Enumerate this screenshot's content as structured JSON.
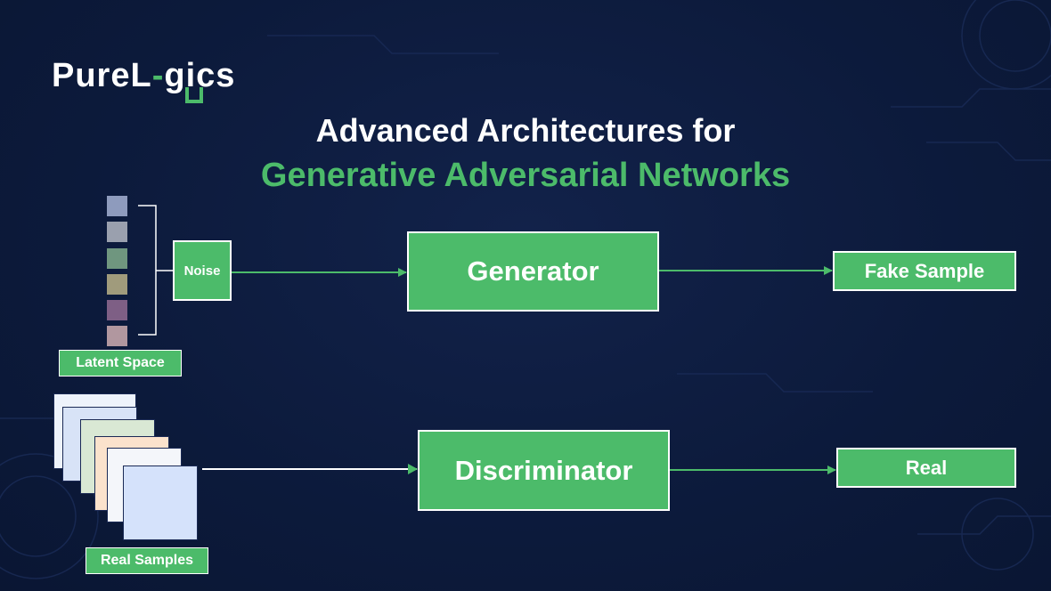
{
  "logo": {
    "text_main": "PureL",
    "text_tail": "gics"
  },
  "title": {
    "line1": "Advanced Architectures for",
    "line2": "Generative Adversarial Networks"
  },
  "nodes": {
    "noise": "Noise",
    "generator": "Generator",
    "fake_sample": "Fake Sample",
    "latent_space": "Latent Space",
    "discriminator": "Discriminator",
    "real": "Real",
    "real_samples": "Real Samples"
  },
  "colors": {
    "background": "#0d1b3e",
    "accent_green": "#4cbb6a",
    "latent_squares": [
      "#8e9bbd",
      "#9aa0ae",
      "#6f967f",
      "#a09b7c",
      "#7e5f85",
      "#b1979f"
    ],
    "sample_cards": [
      "#eef3fb",
      "#d8e3f7",
      "#d9e8d4",
      "#fbe2cc",
      "#f4f6fa",
      "#d5e2fb"
    ]
  },
  "icons": {
    "logo_mark": "bracket-square-icon",
    "arrowheads": "arrow-right-icon"
  }
}
